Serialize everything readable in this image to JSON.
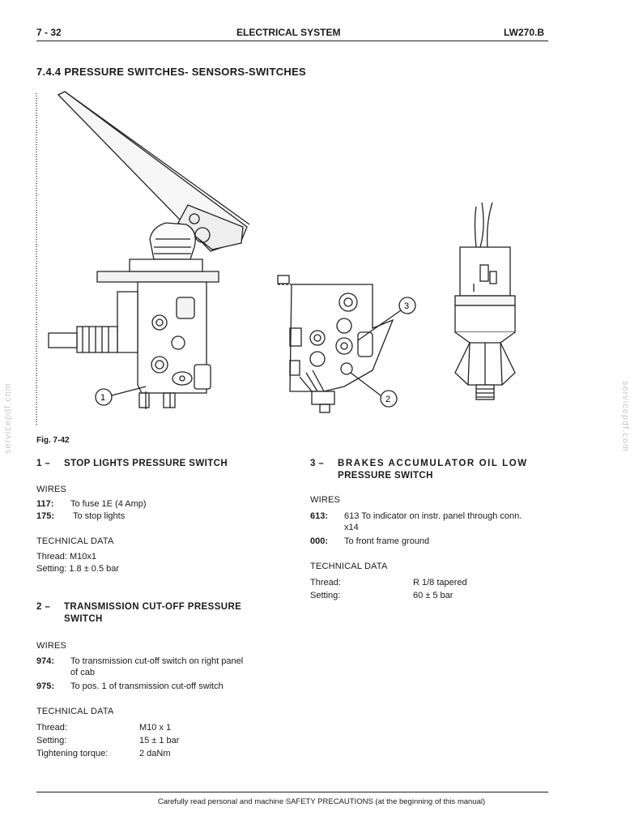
{
  "header": {
    "page": "7 - 32",
    "section": "ELECTRICAL SYSTEM",
    "model": "LW270.B"
  },
  "title": "7.4.4 PRESSURE SWITCHES- SENSORS-SWITCHES",
  "figure": {
    "label": "Fig. 7-42",
    "callouts": [
      "1",
      "2",
      "3"
    ]
  },
  "sections": [
    {
      "num": "1 –",
      "title_line1": "STOP LIGHTS PRESSURE SWITCH",
      "title_line2": "",
      "wires_heading": "WIRES",
      "wires": [
        {
          "code": "117:",
          "desc": "To fuse 1E (4 Amp)"
        },
        {
          "code": "175:",
          "desc": "To stop lights"
        }
      ],
      "tech_heading": "TECHNICAL DATA",
      "tech": [
        {
          "label": "Thread: M10x1",
          "value": ""
        },
        {
          "label": "Setting: 1.8 ± 0.5 bar",
          "value": ""
        }
      ]
    },
    {
      "num": "2 –",
      "title_line1": "TRANSMISSION CUT-OFF PRESSURE",
      "title_line2": "SWITCH",
      "wires_heading": "WIRES",
      "wires": [
        {
          "code": "974:",
          "desc": "To transmission cut-off switch on right panel",
          "desc2": "of cab"
        },
        {
          "code": "975:",
          "desc": "To pos. 1 of transmission cut-off switch"
        }
      ],
      "tech_heading": "TECHNICAL DATA",
      "tech": [
        {
          "label": "Thread:",
          "value": "M10 x 1"
        },
        {
          "label": "Setting:",
          "value": "15 ± 1 bar"
        },
        {
          "label": "Tightening torque:",
          "value": "2 daNm"
        }
      ]
    },
    {
      "num": "3 –",
      "title_line1": "BRAKES ACCUMULATOR OIL LOW",
      "title_line2": "PRESSURE SWITCH",
      "wires_heading": "WIRES",
      "wires": [
        {
          "code": "613:",
          "desc": "613 To indicator on instr. panel through conn.",
          "desc2": "x14"
        },
        {
          "code": "000:",
          "desc": "To front frame ground"
        }
      ],
      "tech_heading": "TECHNICAL DATA",
      "tech": [
        {
          "label": "Thread:",
          "value": "R 1/8 tapered"
        },
        {
          "label": "Setting:",
          "value": "60 ± 5 bar"
        }
      ]
    }
  ],
  "watermark": "servicepdf.com",
  "footer": "Carefully read personal and machine SAFETY PRECAUTIONS (at the beginning of this manual)"
}
